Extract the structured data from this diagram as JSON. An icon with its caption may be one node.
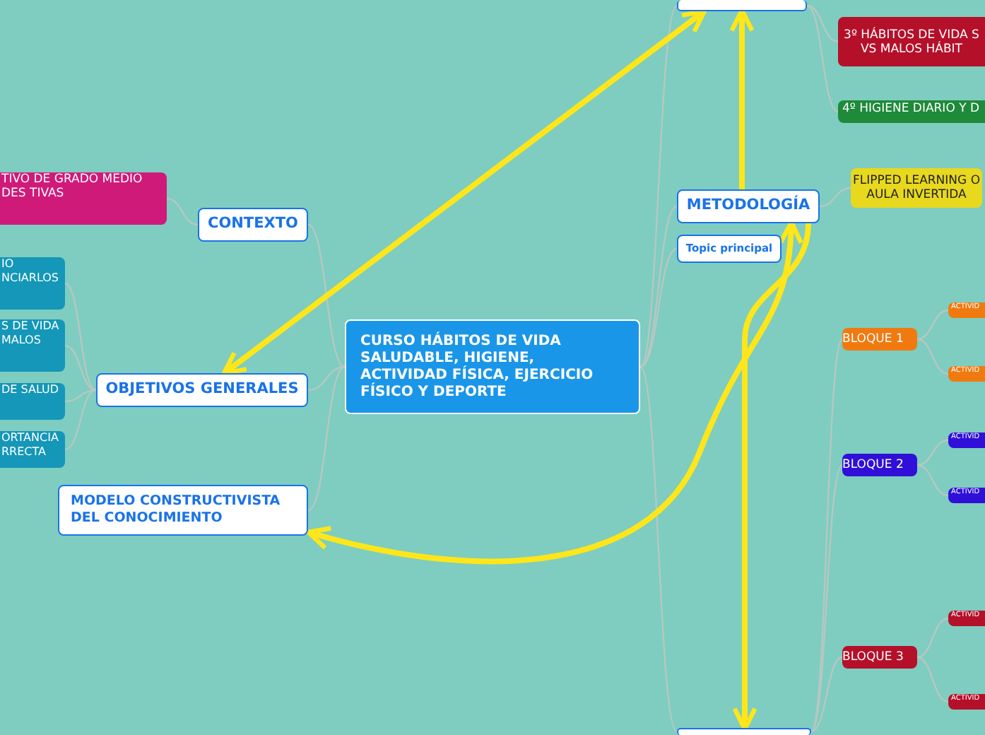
{
  "diagram": {
    "nodes": [
      {
        "text": [
          "CURSO HÁBITOS DE VIDA SALUDABLE, HIGIENE, ACTIVIDAD FÍSICA, EJERCICIO FÍSICO Y DEPORTE"
        ]
      },
      {
        "text": [],
        "shape": "box"
      },
      {
        "text": [
          "3º HÁBITOS DE VIDA S VS MALOS HÁBIT"
        ]
      },
      {
        "text": [
          "4º HIGIENE DIARIO Y D"
        ]
      },
      {
        "text": [
          "METODOLOGÍA"
        ]
      },
      {
        "text": [
          "FLIPPED LEARNING O AULA INVERTIDA"
        ]
      },
      {
        "text": [
          "Topic principal"
        ]
      },
      {
        "text": [
          "CONTEXTO"
        ]
      },
      {
        "text": [
          "TIVO DE GRADO MEDIO DES TIVAS"
        ]
      },
      {
        "text": [
          "OBJETIVOS GENERALES"
        ]
      },
      {
        "text": [
          "IO NCIARLOS"
        ]
      },
      {
        "text": [
          "S DE VIDA MALOS"
        ]
      },
      {
        "text": [
          "DE SALUD"
        ]
      },
      {
        "text": [
          "ORTANCIA RRECTA"
        ]
      },
      {
        "text": [
          "MODELO CONSTRUCTIVISTA DEL CONOCIMIENTO"
        ]
      },
      {
        "text": [
          "BLOQUE 1"
        ]
      },
      {
        "text": [
          "ACTIVID"
        ]
      },
      {
        "text": [
          "ACTIVID"
        ]
      },
      {
        "text": [
          "BLOQUE 2"
        ]
      },
      {
        "text": [
          "ACTIVID"
        ]
      },
      {
        "text": [
          "ACTIVID"
        ]
      },
      {
        "text": [
          "BLOQUE 3"
        ]
      },
      {
        "text": [
          "ACTIVID"
        ]
      },
      {
        "text": [
          "ACTIVID"
        ]
      },
      {
        "text": [],
        "shape": "box"
      }
    ],
    "edges": [
      {
        "from": 0,
        "to": 1,
        "arrow": "none"
      },
      {
        "from": 0,
        "to": 4,
        "arrow": "none"
      },
      {
        "from": 0,
        "to": 6,
        "arrow": "none"
      },
      {
        "from": 0,
        "to": 7,
        "arrow": "none"
      },
      {
        "from": 0,
        "to": 9,
        "arrow": "none"
      },
      {
        "from": 0,
        "to": 14,
        "arrow": "none"
      },
      {
        "from": 0,
        "to": 24,
        "arrow": "none"
      },
      {
        "from": 1,
        "to": 2,
        "arrow": "none"
      },
      {
        "from": 1,
        "to": 3,
        "arrow": "none"
      },
      {
        "from": 4,
        "to": 5,
        "arrow": "none"
      },
      {
        "from": 7,
        "to": 8,
        "arrow": "none"
      },
      {
        "from": 9,
        "to": 10,
        "arrow": "none"
      },
      {
        "from": 9,
        "to": 11,
        "arrow": "none"
      },
      {
        "from": 9,
        "to": 12,
        "arrow": "none"
      },
      {
        "from": 9,
        "to": 13,
        "arrow": "none"
      },
      {
        "from": 24,
        "to": 15,
        "arrow": "none"
      },
      {
        "from": 24,
        "to": 18,
        "arrow": "none"
      },
      {
        "from": 24,
        "to": 21,
        "arrow": "none"
      },
      {
        "from": 15,
        "to": 16,
        "arrow": "none"
      },
      {
        "from": 15,
        "to": 17,
        "arrow": "none"
      },
      {
        "from": 18,
        "to": 19,
        "arrow": "none"
      },
      {
        "from": 18,
        "to": 20,
        "arrow": "none"
      },
      {
        "from": 21,
        "to": 22,
        "arrow": "none"
      },
      {
        "from": 21,
        "to": 23,
        "arrow": "none"
      },
      {
        "from": 9,
        "to": 1,
        "arrow": "both",
        "style": "thick",
        "color": "#ffe61a"
      },
      {
        "from": 4,
        "to": 1,
        "arrow": "to",
        "style": "thick",
        "color": "#ffe61a"
      },
      {
        "from": 14,
        "to": 4,
        "arrow": "both",
        "style": "thick",
        "color": "#ffe61a"
      },
      {
        "from": 4,
        "to": 24,
        "arrow": "to",
        "style": "thick",
        "color": "#ffe61a"
      }
    ]
  }
}
